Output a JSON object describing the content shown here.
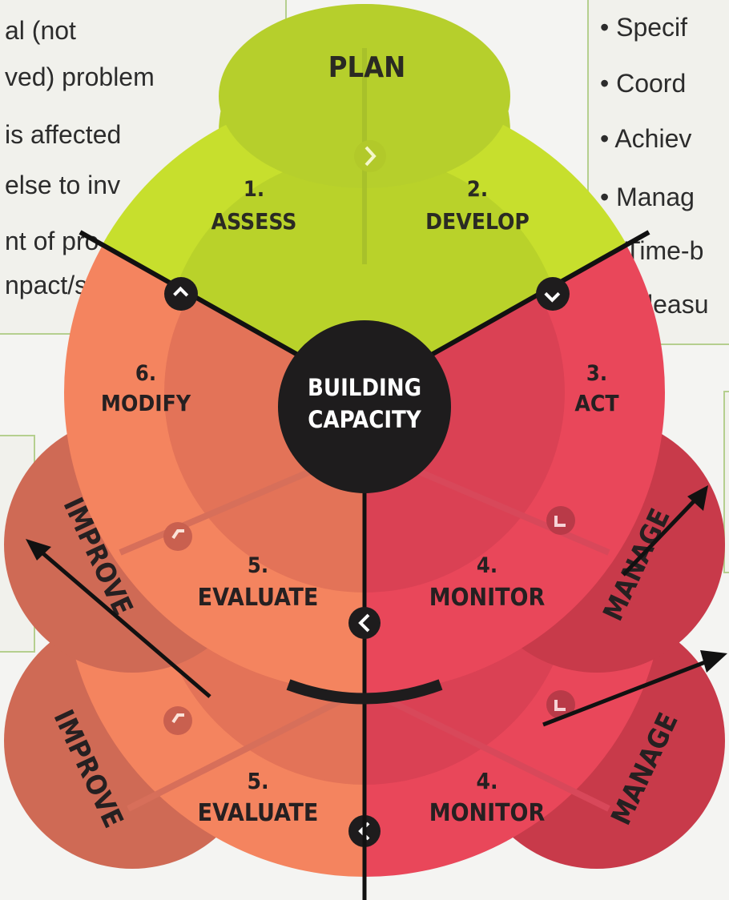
{
  "left_note": {
    "lines": [
      "al (not",
      "ved) problem",
      "is affected",
      "else to inv",
      "nt of pro",
      "npact/s"
    ]
  },
  "right_note": {
    "lines": [
      "• Specif",
      "• Coord",
      "• Achiev",
      "• Manag",
      "Time-b",
      "leasu"
    ]
  },
  "diagram": {
    "plan": "PLAN",
    "assess_num": "1.",
    "assess": "ASSESS",
    "develop_num": "2.",
    "develop": "DEVELOP",
    "act_num": "3.",
    "act": "ACT",
    "monitor_num": "4.",
    "monitor": "MONITOR",
    "evaluate_num": "5.",
    "evaluate": "EVALUATE",
    "modify_num": "6.",
    "modify": "MODIFY",
    "center_line1": "BUILDING",
    "center_line2": "CAPACITY",
    "improve": "IMPROVE",
    "manage": "MANAGE",
    "dup_monitor_num": "4.",
    "dup_monitor": "MONITOR",
    "dup_evaluate_num": "5.",
    "dup_evaluate": "EVALUATE",
    "dup_improve": "IMPROVE",
    "dup_manage": "MANAGE"
  },
  "colors": {
    "plan_green": "#c7df2d",
    "evaluate_salmon": "#f4845f",
    "monitor_red": "#e9475a",
    "improve_brown": "#cf6a55",
    "manage_crimson": "#c83a4a",
    "center_black": "#1e1c1d",
    "note_border": "#b5cf8f"
  }
}
